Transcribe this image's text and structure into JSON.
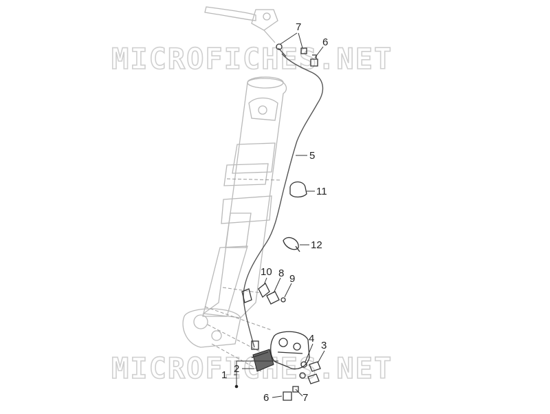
{
  "watermark": {
    "text": "MICROFICHES.NET"
  },
  "callouts": [
    {
      "id": "c1",
      "label": "1"
    },
    {
      "id": "c2",
      "label": "2"
    },
    {
      "id": "c3",
      "label": "3"
    },
    {
      "id": "c4",
      "label": "4"
    },
    {
      "id": "c5",
      "label": "5"
    },
    {
      "id": "c6a",
      "label": "6"
    },
    {
      "id": "c6b",
      "label": "6"
    },
    {
      "id": "c7a",
      "label": "7"
    },
    {
      "id": "c7b",
      "label": "7"
    },
    {
      "id": "c8",
      "label": "8"
    },
    {
      "id": "c9",
      "label": "9"
    },
    {
      "id": "c10",
      "label": "10"
    },
    {
      "id": "c11",
      "label": "11"
    },
    {
      "id": "c12",
      "label": "12"
    }
  ]
}
